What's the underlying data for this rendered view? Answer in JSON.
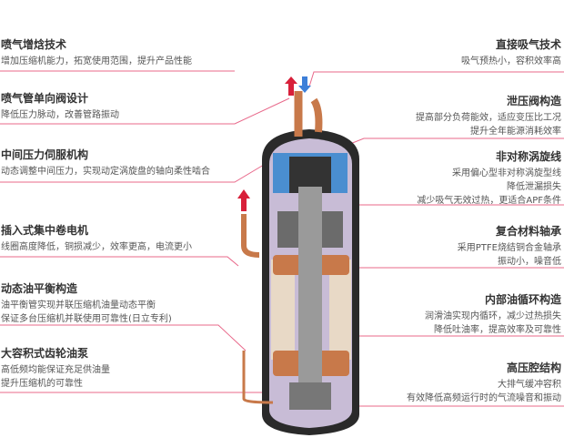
{
  "left_features": [
    {
      "title": "喷气增焓技术",
      "desc": [
        "增加压缩机能力，拓宽使用范围，提升产品性能"
      ]
    },
    {
      "title": "喷气管单向阀设计",
      "desc": [
        "降低压力脉动，改善管路振动"
      ]
    },
    {
      "title": "中间压力伺服机构",
      "desc": [
        "动态调整中间压力，实现动定涡旋盘的轴向柔性啮合"
      ]
    },
    {
      "title": "插入式集中卷电机",
      "desc": [
        "线圈高度降低，铜损减少，效率更高，电流更小"
      ]
    },
    {
      "title": "动态油平衡构造",
      "desc": [
        "油平衡管实现并联压缩机油量动态平衡",
        "保证多台压缩机并联使用可靠性(日立专利)"
      ]
    },
    {
      "title": "大容积式齿轮油泵",
      "desc": [
        "高低频均能保证充足供油量",
        "提升压缩机的可靠性"
      ]
    }
  ],
  "right_features": [
    {
      "title": "直接吸气技术",
      "desc": [
        "吸气预热小，容积效率高"
      ]
    },
    {
      "title": "泄压阀构造",
      "desc": [
        "提高部分负荷能效，适应变压比工况",
        "提升全年能源消耗效率"
      ]
    },
    {
      "title": "非对称涡旋线",
      "desc": [
        "采用偏心型非对称涡旋型线",
        "降低泄漏损失",
        "减少吸气无效过热，更适合APF条件"
      ]
    },
    {
      "title": "复合材料轴承",
      "desc": [
        "采用PTFE烧结铜合金轴承",
        "振动小，噪音低"
      ]
    },
    {
      "title": "内部油循环构造",
      "desc": [
        "润滑油实现内循环，减少过热损失",
        "降低吐油率，提高效率及可靠性"
      ]
    },
    {
      "title": "高压腔结构",
      "desc": [
        "大排气缓冲容积",
        "有效降低高频运行时的气流噪音和振动"
      ]
    }
  ],
  "colors": {
    "line": "#e8688a",
    "arrow_red": "#d8203a",
    "arrow_blue": "#3d7fd8",
    "copper": "#c8794a",
    "shell": "#2a2a2a",
    "scroll": "#4a8ed0",
    "interior": "#b9a4c9"
  }
}
